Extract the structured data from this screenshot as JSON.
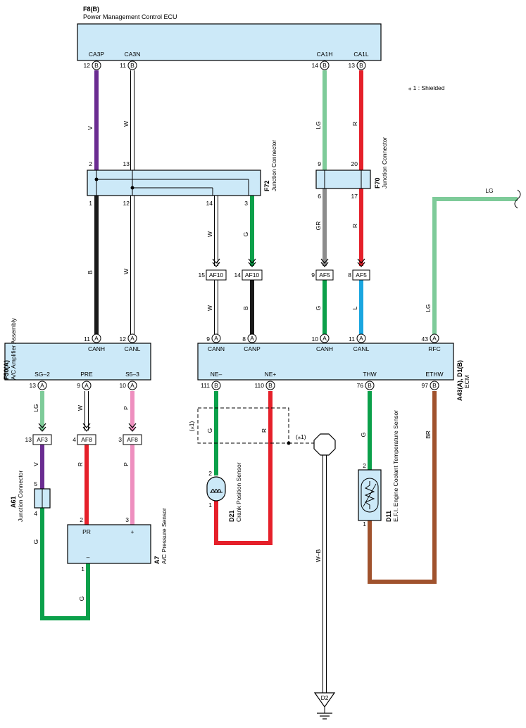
{
  "components": {
    "f8": {
      "code": "F8(B)",
      "name": "Power Management Control ECU"
    },
    "f72": {
      "code": "F72",
      "name": "Junction Connector"
    },
    "f70": {
      "code": "F70",
      "name": "Junction Connector"
    },
    "f50": {
      "code": "F50(A)",
      "name": "A/C Amplifier Assembly"
    },
    "a43": {
      "code": "A43(A), D1(B)",
      "name": "ECM"
    },
    "a61": {
      "code": "A61",
      "name": "Junction Connector"
    },
    "a7": {
      "code": "A7",
      "name": "A/C Pressure Sensor"
    },
    "d21": {
      "code": "D21",
      "name": "Crank Position Sensor"
    },
    "d11": {
      "code": "D11",
      "name": "E.F.I. Engine Coolant Temperature Sensor"
    },
    "d2": {
      "code": "D2"
    }
  },
  "note": "⁎ 1 : Shielded",
  "shield_label": "(⁎1)",
  "colors": {
    "V": "#6a2c91",
    "W": "#ffffff",
    "LG": "#7ecb99",
    "R": "#e5202a",
    "B": "#1a1a1a",
    "G": "#0ba04a",
    "GR": "#8c8c8c",
    "L": "#1aa6e0",
    "P": "#ee8fbf",
    "BR": "#a0522d",
    "WB": "#ffffff",
    "box": "#cce9f8"
  },
  "terminals": {
    "ca3p": {
      "name": "CA3P",
      "pin": "12",
      "conn": "B"
    },
    "ca3n": {
      "name": "CA3N",
      "pin": "11",
      "conn": "B"
    },
    "ca1h": {
      "name": "CA1H",
      "pin": "14",
      "conn": "B"
    },
    "ca1l": {
      "name": "CA1L",
      "pin": "13",
      "conn": "B"
    },
    "f50canh": {
      "name": "CANH",
      "pin": "11",
      "conn": "A"
    },
    "f50canl": {
      "name": "CANL",
      "pin": "12",
      "conn": "A"
    },
    "sg2": {
      "name": "SG–2",
      "pin": "13",
      "conn": "A"
    },
    "pre": {
      "name": "PRE",
      "pin": "9",
      "conn": "A"
    },
    "s53": {
      "name": "S5–3",
      "pin": "10",
      "conn": "A"
    },
    "cann": {
      "name": "CANN",
      "pin": "9",
      "conn": "A"
    },
    "canp": {
      "name": "CANP",
      "pin": "8",
      "conn": "A"
    },
    "ecmcanh": {
      "name": "CANH",
      "pin": "10",
      "conn": "A"
    },
    "ecmcanl": {
      "name": "CANL",
      "pin": "11",
      "conn": "A"
    },
    "rfc": {
      "name": "RFC",
      "pin": "43",
      "conn": "A"
    },
    "neminus": {
      "name": "NE–",
      "pin": "111",
      "conn": "B"
    },
    "neplus": {
      "name": "NE+",
      "pin": "110",
      "conn": "B"
    },
    "thw": {
      "name": "THW",
      "pin": "76",
      "conn": "B"
    },
    "ethw": {
      "name": "ETHW",
      "pin": "97",
      "conn": "B"
    },
    "pr": {
      "name": "PR",
      "pin": "2"
    },
    "plus": {
      "name": "+",
      "pin": "3"
    },
    "minus": {
      "name": "–",
      "pin": "1"
    }
  },
  "pins": {
    "f72_2": "2",
    "f72_13": "13",
    "f72_1": "1",
    "f72_12": "12",
    "f72_14": "14",
    "f72_3": "3",
    "f70_9": "9",
    "f70_20": "20",
    "f70_6": "6",
    "f70_17": "17",
    "a61_5": "5",
    "a61_4": "4",
    "d21_2": "2",
    "d21_1": "1",
    "d11_2": "2",
    "d11_1": "1"
  },
  "connectors": {
    "af10a": {
      "label": "AF10",
      "pin": "15"
    },
    "af10b": {
      "label": "AF10",
      "pin": "14"
    },
    "af5a": {
      "label": "AF5",
      "pin": "9"
    },
    "af5b": {
      "label": "AF5",
      "pin": "8"
    },
    "af3": {
      "label": "AF3",
      "pin": "13"
    },
    "af8a": {
      "label": "AF8",
      "pin": "4"
    },
    "af8b": {
      "label": "AF8",
      "pin": "3"
    }
  },
  "wires": {
    "v1": "V",
    "w1": "W",
    "lg1": "LG",
    "r1": "R",
    "b1": "B",
    "w2": "W",
    "w3": "W",
    "g1": "G",
    "gr1": "GR",
    "r2": "R",
    "w4": "W",
    "b2": "B",
    "g2": "G",
    "l1": "L",
    "lg2": "LG",
    "lg3": "LG",
    "lg4": "LG",
    "w5": "W",
    "p1": "P",
    "v2": "V",
    "r3": "R",
    "p2": "P",
    "g3": "G",
    "g4": "G",
    "g5": "G",
    "r4": "R",
    "wb": "W–B",
    "g6": "G",
    "br": "BR"
  }
}
